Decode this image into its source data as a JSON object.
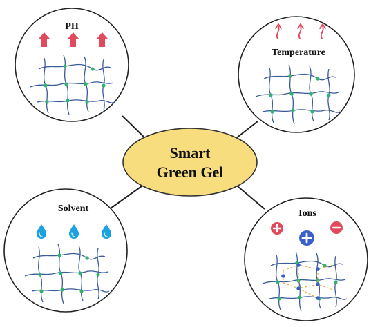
{
  "diagram": {
    "center": {
      "line1": "Smart",
      "line2": "Green Gel",
      "fill": "#f7dd7e",
      "stroke": "#333333"
    },
    "colors": {
      "network": "#3a5a99",
      "crosslink": "#2fb36e",
      "arrow": "#e04a5c",
      "drop": "#1aa3e0",
      "ion_positive": "#e04a5c",
      "ion_positive_large": "#3a5fc8",
      "ion_negative": "#e04a5c",
      "ion_bond": "#e3b23c"
    },
    "stimuli": [
      {
        "id": "ph",
        "label": "PH",
        "icon": "up-arrow-icon"
      },
      {
        "id": "temperature",
        "label": "Temperature",
        "icon": "heat-arrow-icon"
      },
      {
        "id": "solvent",
        "label": "Solvent",
        "icon": "water-drop-icon"
      },
      {
        "id": "ions",
        "label": "Ions",
        "icon": "ion-charge-icon"
      }
    ]
  }
}
